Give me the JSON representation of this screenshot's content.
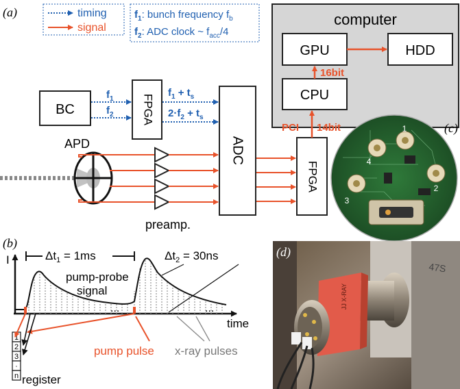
{
  "panels": {
    "a": "(a)",
    "b": "(b)",
    "c": "(c)",
    "d": "(d)"
  },
  "legend_left": {
    "timing": "timing",
    "signal": "signal"
  },
  "legend_right": {
    "f1_label": "f",
    "f1_sub": "1",
    "f1_text": ": bunch frequency f",
    "f1_text_sub": "b",
    "f2_label": "f",
    "f2_sub": "2",
    "f2_text": ": ADC clock ~ f",
    "f2_text_sub": "acc",
    "f2_tail": "/4"
  },
  "blocks": {
    "bc": "BC",
    "fpga1": "FPGA",
    "adc": "ADC",
    "fpga2": "FPGA",
    "computer": "computer",
    "gpu": "GPU",
    "hdd": "HDD",
    "cpu": "CPU",
    "apd": "APD",
    "preamp": "preamp."
  },
  "signals": {
    "f1": "f",
    "f1_sub": "1",
    "f2": "f",
    "f2_sub": "2",
    "f1ts": "f",
    "f1ts_sub1": "1",
    "f1ts_plus": " + t",
    "f1ts_sub2": "s",
    "f2ts_pre": "2·f",
    "f2ts_sub1": "2",
    "f2ts_plus": " + t",
    "f2ts_sub2": "s",
    "bit16": "16bit",
    "pci": "PCI",
    "bit14": "14bit"
  },
  "panel_b": {
    "y_axis": "I",
    "x_axis": "time",
    "dt1_pre": "Δt",
    "dt1_sub": "1",
    "dt1_val": " = 1ms",
    "dt2_pre": "Δt",
    "dt2_sub": "2",
    "dt2_val": " = 30ns",
    "pump_probe_1": "pump-probe",
    "pump_probe_2": "signal",
    "dots": "...",
    "pump_pulse": "pump pulse",
    "xray_pulses": "x-ray pulses",
    "register": "register",
    "reg_cells": [
      "1",
      "2",
      "3",
      "·",
      "n"
    ]
  },
  "photo_c": {
    "nums": [
      "1",
      "2",
      "3",
      "4"
    ]
  },
  "photo_d": {
    "brand": "JJ X-RAY",
    "note": "47S"
  },
  "colors": {
    "timing": "#1f5fb0",
    "signal": "#e8522a",
    "computer_bg": "#d6d6d6",
    "grey": "#8a8a8a"
  }
}
